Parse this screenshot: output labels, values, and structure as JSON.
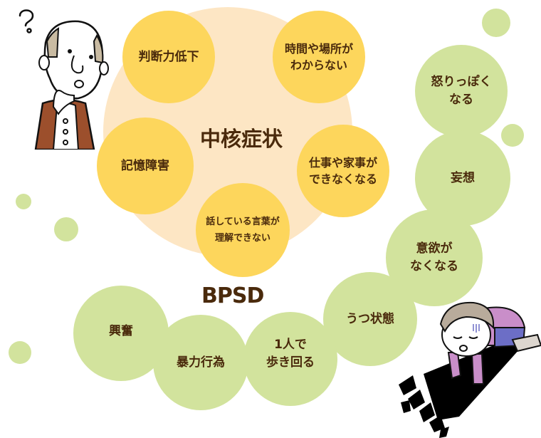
{
  "colors": {
    "core_background": "#fde6c4",
    "core_symptom_circle": "#fdd65c",
    "bpsd_circle": "#d2e39d",
    "text": "#4a2a0c"
  },
  "core_symptoms": {
    "title": "中核症状",
    "items": [
      {
        "label": "判断力低下"
      },
      {
        "label": "時間や場所が\nわからない"
      },
      {
        "label": "記憶障害"
      },
      {
        "label": "仕事や家事が\nできなくなる"
      },
      {
        "label": "話している言葉が\n理解できない"
      }
    ]
  },
  "bpsd": {
    "title": "BPSD",
    "items": [
      {
        "label": "怒りっぽく\nなる"
      },
      {
        "label": "妄想"
      },
      {
        "label": "意欲が\nなくなる"
      },
      {
        "label": "うつ状態"
      },
      {
        "label": "1人で\n歩き回る"
      },
      {
        "label": "暴力行為"
      },
      {
        "label": "興奮"
      }
    ]
  },
  "illustrations": {
    "top_left": "confused-elderly-man",
    "bottom_right": "depressed-elderly-woman"
  }
}
